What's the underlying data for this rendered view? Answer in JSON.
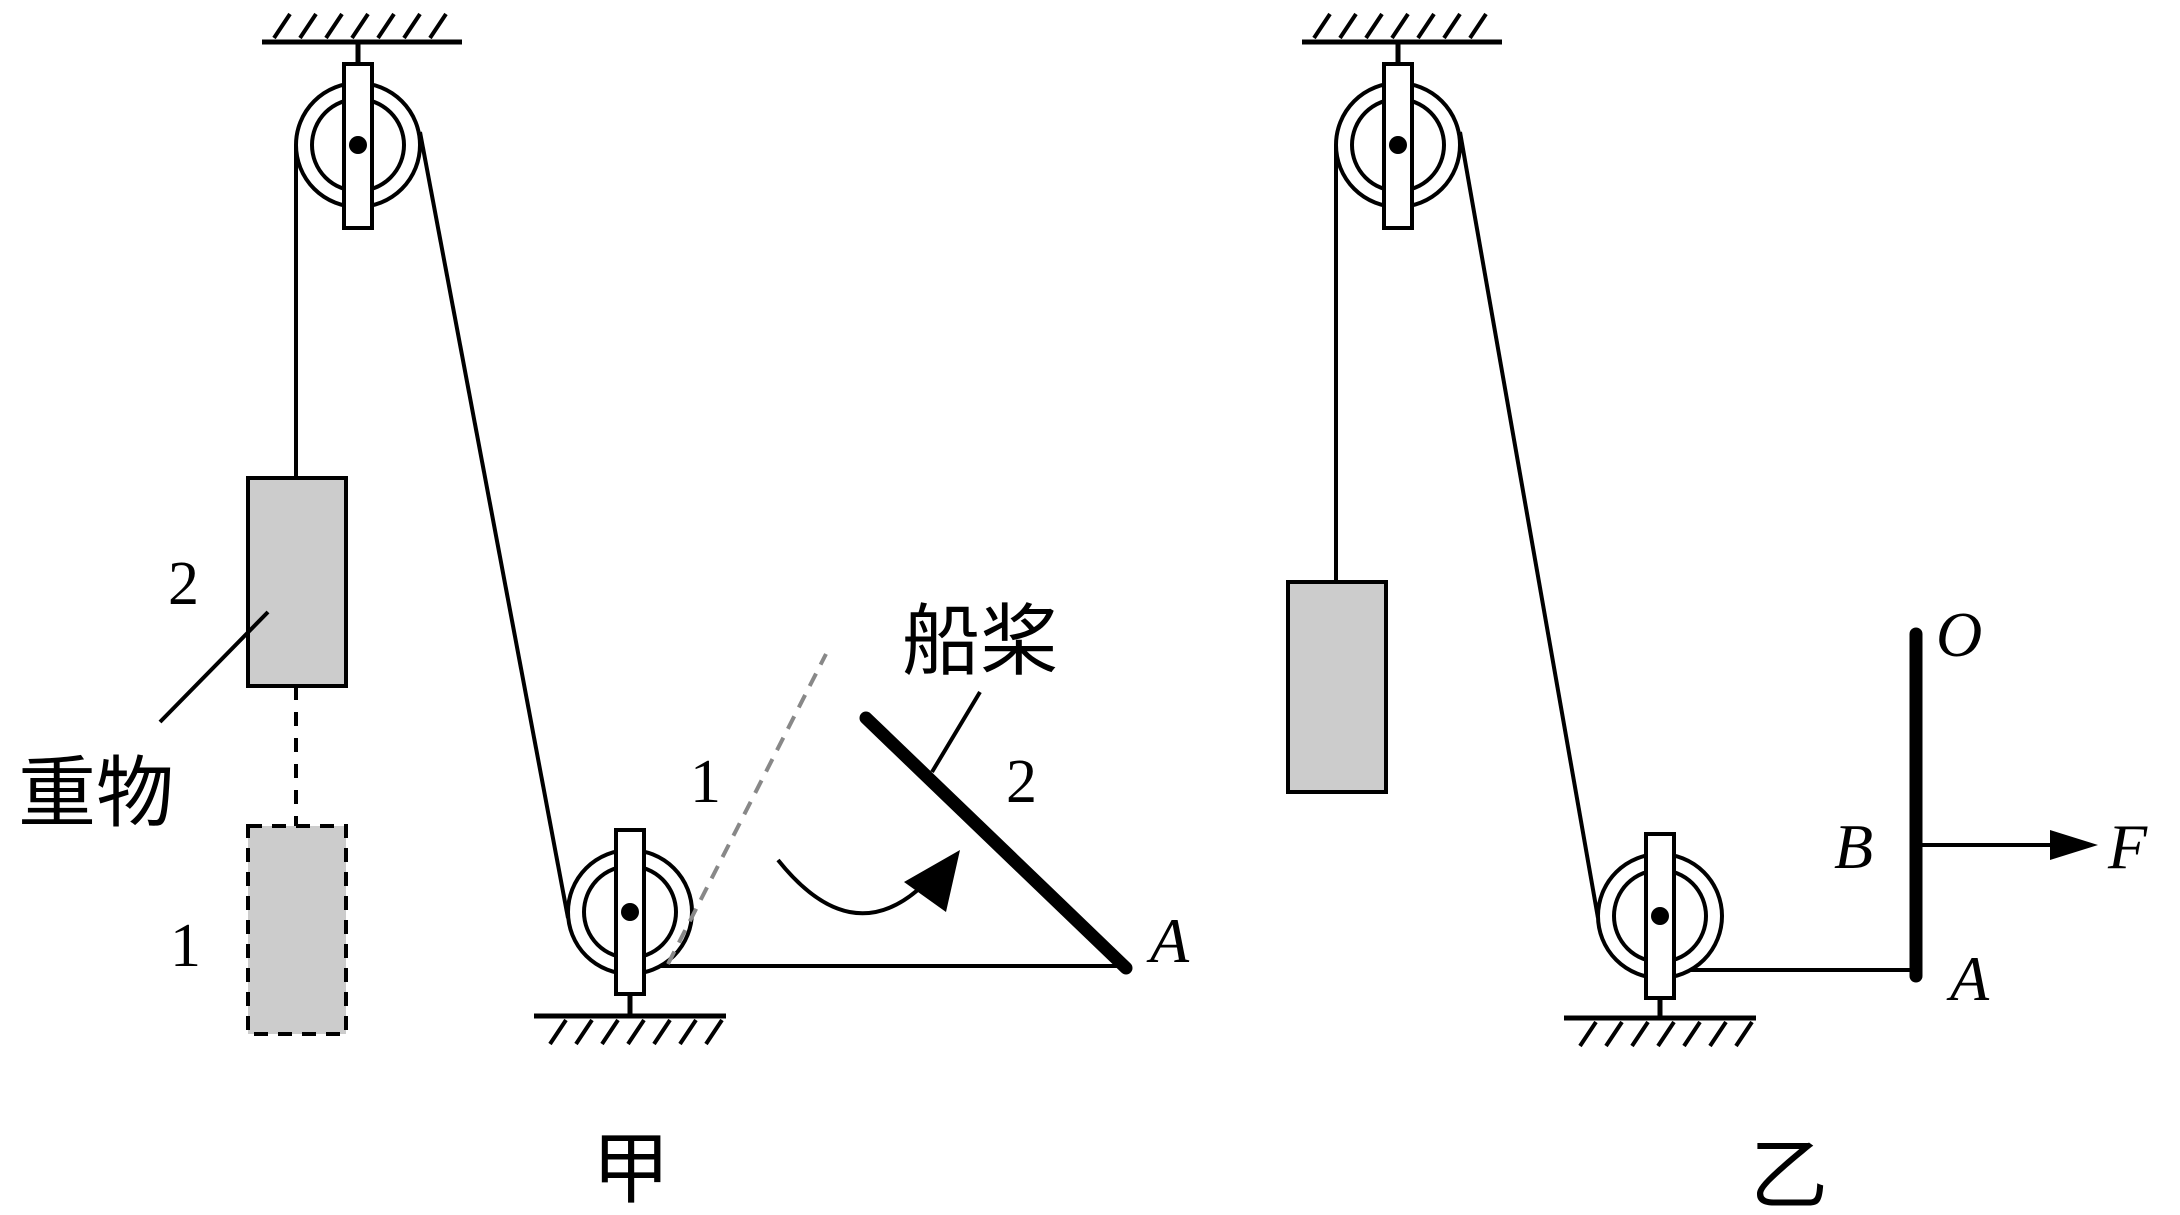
{
  "figure_a": {
    "caption": "甲",
    "weight_label": "重物",
    "weight_pos_2": "2",
    "weight_pos_1": "1",
    "oar_label": "船桨",
    "oar_pos_1": "1",
    "oar_pos_2": "2",
    "point_a": "A"
  },
  "figure_b": {
    "caption": "乙",
    "point_o": "O",
    "point_b": "B",
    "point_a": "A",
    "force_f": "F"
  },
  "colors": {
    "stroke": "#000000",
    "weight_fill": "#cccccc",
    "dashed_gray": "#888888"
  }
}
